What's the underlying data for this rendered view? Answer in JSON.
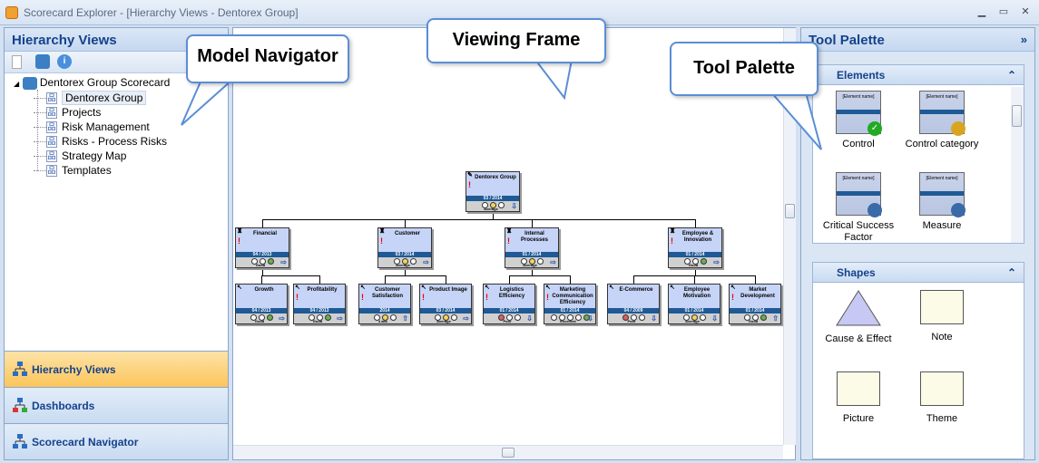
{
  "window": {
    "title": "Scorecard Explorer - [Hierarchy Views - Dentorex Group]",
    "min": "▁",
    "max": "▭",
    "close": "✕"
  },
  "left": {
    "header": "Hierarchy Views",
    "tree": {
      "root": "Dentorex Group Scorecard",
      "items": [
        "Dentorex Group",
        "Projects",
        "Risk Management",
        "Risks - Process Risks",
        "Strategy Map",
        "Templates"
      ]
    },
    "nav": [
      {
        "label": "Hierarchy Views",
        "active": true
      },
      {
        "label": "Dashboards"
      },
      {
        "label": "Scorecard Navigator"
      }
    ]
  },
  "callouts": {
    "model_navigator": "Model Navigator",
    "viewing_frame": "Viewing Frame",
    "tool_palette": "Tool Palette"
  },
  "chart_nodes": [
    {
      "name": "Dentorex Group",
      "period": "03 / 2014",
      "lights": [
        "w",
        "y",
        "w"
      ],
      "rating": "Average",
      "trend": "⇩"
    },
    {
      "name": "Financial",
      "period": "04 / 2013",
      "lights": [
        "w",
        "w",
        "g"
      ],
      "rating": "Good",
      "trend": "⇨"
    },
    {
      "name": "Customer",
      "period": "03 / 2014",
      "lights": [
        "w",
        "y",
        "w"
      ],
      "rating": "Average",
      "trend": "⇨"
    },
    {
      "name": "Internal Processes",
      "period": "01 / 2014",
      "lights": [
        "w",
        "y",
        "w"
      ],
      "rating": "Average",
      "trend": "⇨"
    },
    {
      "name": "Employee & Innovation",
      "period": "01 / 2014",
      "lights": [
        "w",
        "w",
        "g"
      ],
      "rating": "Good",
      "trend": "⇨"
    },
    {
      "name": "Growth",
      "period": "04 / 2013",
      "lights": [
        "w",
        "w",
        "g"
      ],
      "rating": "Good",
      "trend": "⇨"
    },
    {
      "name": "Profitability",
      "period": "04 / 2013",
      "lights": [
        "w",
        "w",
        "g"
      ],
      "rating": "Good",
      "trend": "⇨"
    },
    {
      "name": "Customer Satisfaction",
      "period": "2014",
      "lights": [
        "w",
        "y",
        "w"
      ],
      "rating": "4 abc",
      "trend": "⇧"
    },
    {
      "name": "Product Image",
      "period": "03 / 2014",
      "lights": [
        "w",
        "y",
        "w"
      ],
      "rating": "Average",
      "trend": "⇨"
    },
    {
      "name": "Logistics Efficiency",
      "period": "01 / 2014",
      "lights": [
        "r",
        "w",
        "w"
      ],
      "rating": "Poor",
      "trend": "⇩"
    },
    {
      "name": "Marketing Communication Efficiency",
      "period": "01 / 2014",
      "lights": [
        "w",
        "w",
        "w",
        "w",
        "g"
      ],
      "rating": "Excellent",
      "trend": "⇩"
    },
    {
      "name": "E-Commerce",
      "period": "04 / 2009",
      "lights": [
        "r",
        "w",
        "w"
      ],
      "rating": "Poor",
      "trend": "⇩"
    },
    {
      "name": "Employee Motivation",
      "period": "01 / 2014",
      "lights": [
        "w",
        "y",
        "w"
      ],
      "rating": "Average",
      "trend": "⇩"
    },
    {
      "name": "Market Development",
      "period": "01 / 2014",
      "lights": [
        "w",
        "w",
        "g"
      ],
      "rating": "Good",
      "trend": "⇧"
    }
  ],
  "right": {
    "header": "Tool Palette",
    "collapse": "»",
    "elements": {
      "title": "Elements",
      "items": [
        "Control",
        "Control category",
        "Critical Success Factor",
        "Measure"
      ],
      "box_label": "[Element name]"
    },
    "shapes": {
      "title": "Shapes",
      "items": [
        "Cause & Effect",
        "Note",
        "Picture",
        "Theme"
      ]
    }
  },
  "colors": {
    "red": "#e06060",
    "yellow": "#f5d45a",
    "green": "#6ab04c",
    "white": "#ffffff",
    "accent": "#15428b",
    "active_nav": "#fcc55a"
  }
}
